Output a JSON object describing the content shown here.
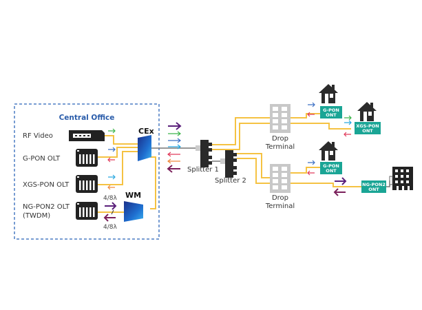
{
  "central_office": {
    "title": "Central Office",
    "devices": [
      {
        "label": "RF Video"
      },
      {
        "label": "G-PON OLT"
      },
      {
        "label": "XGS-PON OLT"
      },
      {
        "label": "NG-PON2 OLT",
        "sublabel": "(TWDM)"
      }
    ],
    "cex_label": "CEx",
    "wm_label": "WM",
    "lambda_upper": "4/8λ",
    "lambda_lower": "4/8λ"
  },
  "splitters": [
    {
      "label": "Splitter 1"
    },
    {
      "label": "Splitter 2"
    }
  ],
  "drop_terminals": [
    {
      "line1": "Drop",
      "line2": "Terminal"
    },
    {
      "line1": "Drop",
      "line2": "Terminal"
    }
  ],
  "onts": [
    {
      "line1": "G-PON",
      "line2": "ONT"
    },
    {
      "line1": "XGS-PON",
      "line2": "ONT"
    },
    {
      "line1": "G-PON",
      "line2": "ONT"
    },
    {
      "line1": "NG-PON2",
      "line2": "ONT"
    }
  ],
  "colors": {
    "fiber": "#f5c242",
    "ont": "#1aa595",
    "rf_video": "#3bb54a",
    "gpon_down": "#3b6fc4",
    "gpon_up": "#e03a5a",
    "xgs_down": "#29a8e0",
    "xgs_up": "#f08a3c",
    "ngpon2": "#5a1f7a",
    "box_border": "#4a7cc4"
  }
}
